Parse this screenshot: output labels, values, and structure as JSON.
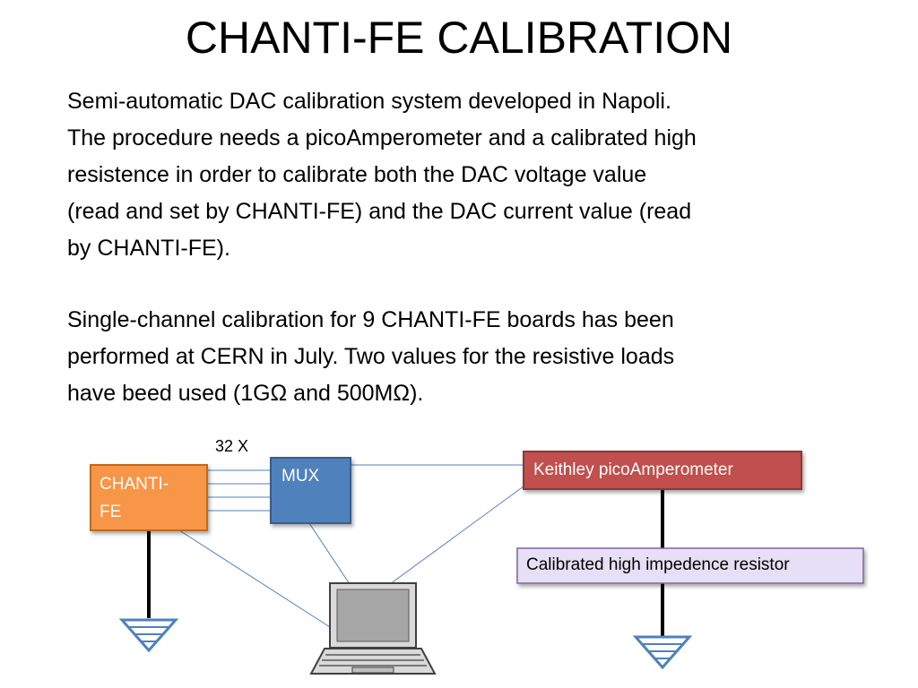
{
  "title": "CHANTI-FE CALIBRATION",
  "paragraph1": [
    "Semi-automatic DAC calibration system developed in Napoli.",
    "The procedure needs a picoAmperometer and a calibrated high",
    "resistence in order to calibrate both the DAC voltage value",
    "(read and set by CHANTI-FE) and the DAC current value (read",
    "by CHANTI-FE)."
  ],
  "paragraph2": [
    "Single-channel calibration for 9 CHANTI-FE boards has been",
    "performed at CERN in July. Two values for the resistive loads",
    "have beed used (1GΩ and 500MΩ)."
  ],
  "diagram": {
    "multiplicity_label": "32 X",
    "chanti_fe": {
      "label_line1": "CHANTI-",
      "label_line2": "FE",
      "fill": "#f79646",
      "stroke": "#c0691f"
    },
    "mux": {
      "label": "MUX",
      "fill": "#4f81bd",
      "stroke": "#385d8a"
    },
    "keithley": {
      "label": "Keithley picoAmperometer",
      "fill": "#c0504d",
      "stroke": "#8c3836"
    },
    "resistor": {
      "label": "Calibrated high impedence resistor",
      "fill": "#e6dff5",
      "stroke": "#8064a2"
    },
    "wire_color": "#4f81bd",
    "icons": [
      "ground-symbol",
      "laptop-icon"
    ]
  }
}
